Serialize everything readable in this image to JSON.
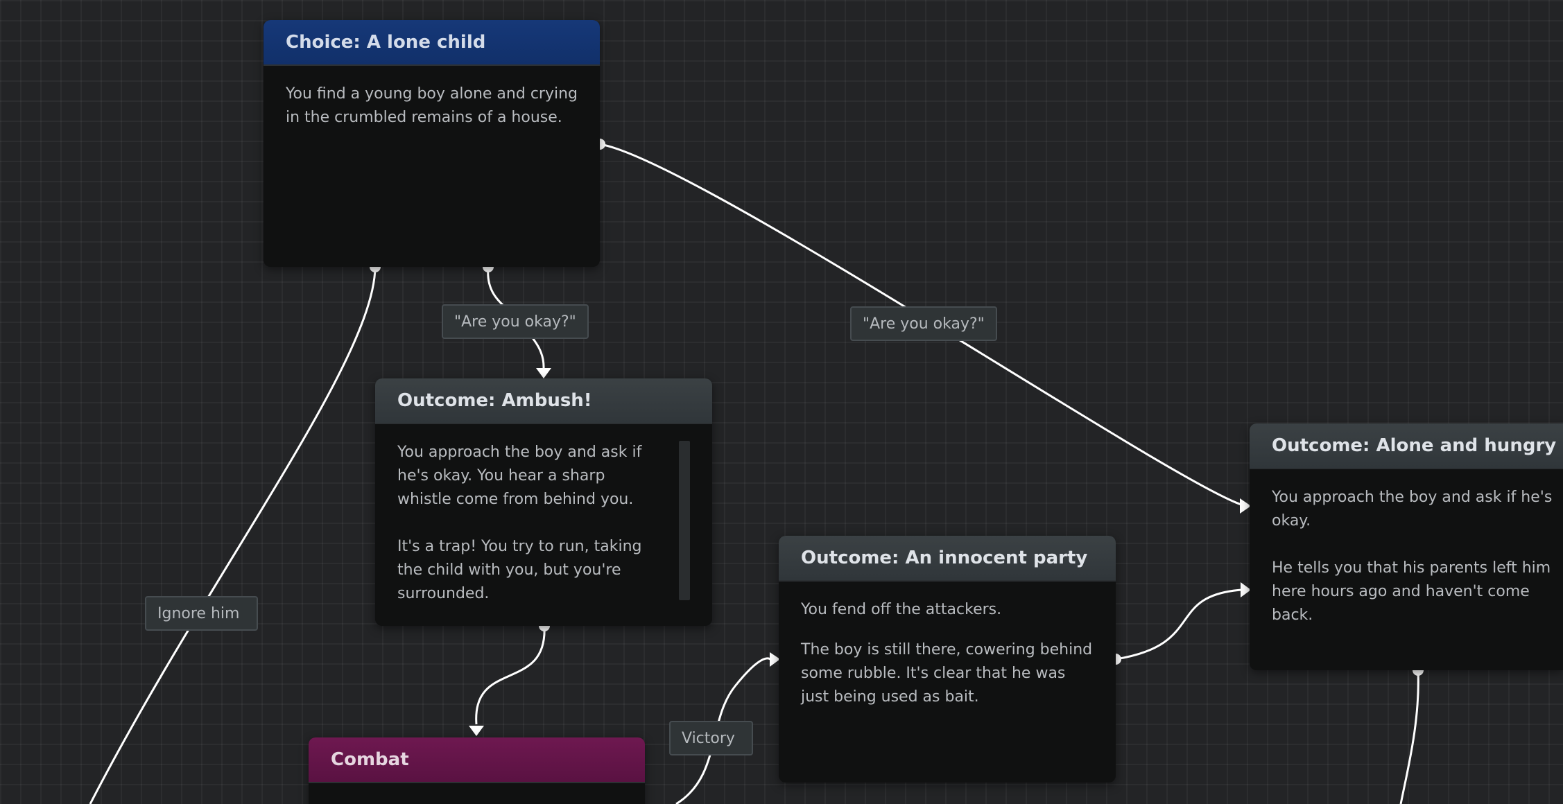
{
  "nodes": {
    "choice_lone_child": {
      "title": "Choice: A lone child",
      "body": [
        "You find a young boy alone and crying in the crumbled remains of a house."
      ]
    },
    "outcome_ambush": {
      "title": "Outcome: Ambush!",
      "body": [
        "You approach the boy and ask if he's okay. You hear a sharp whistle come from behind you.",
        "It's a trap! You try to run, taking the child with you, but you're surrounded."
      ]
    },
    "outcome_alone_hungry": {
      "title": "Outcome: Alone and hungry",
      "body": [
        "You approach the boy and ask if he's okay.",
        "He tells you that his parents left him here hours ago and haven't come back."
      ]
    },
    "outcome_innocent_party": {
      "title": "Outcome: An innocent party",
      "body": [
        "You fend off the attackers.",
        "The boy is still there, cowering behind some rubble. It's clear that he was just being used as bait."
      ]
    },
    "combat": {
      "title": "Combat"
    }
  },
  "edge_labels": {
    "ambush_choice": "\"Are you okay?\"",
    "alone_choice": "\"Are you okay?\"",
    "ignore": "Ignore him",
    "victory": "Victory"
  },
  "colors": {
    "canvas": "#232426",
    "choice_header": "#11306a",
    "outcome_header": "#30363a",
    "combat_header": "#5a1242",
    "wire": "#ffffff"
  }
}
